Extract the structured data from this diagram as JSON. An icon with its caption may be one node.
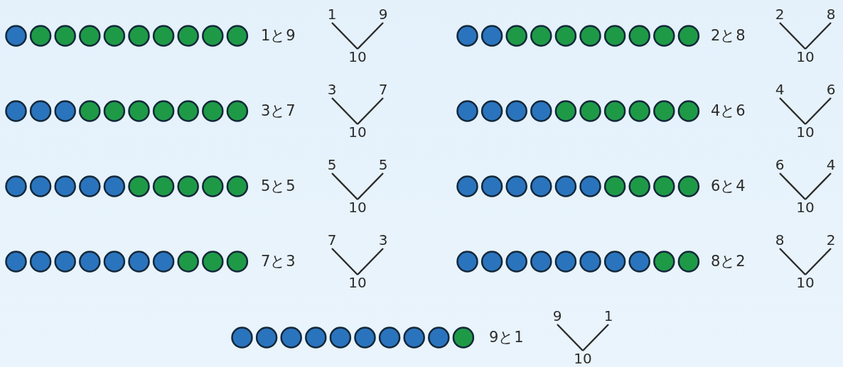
{
  "diagram": {
    "nodes": [
      {
        "text": [
          "1"
        ]
      },
      {
        "text": [
          "9"
        ]
      },
      {
        "text": [
          "10"
        ]
      },
      {
        "text": [
          "2"
        ]
      },
      {
        "text": [
          "8"
        ]
      },
      {
        "text": [
          "10"
        ]
      },
      {
        "text": [
          "3"
        ]
      },
      {
        "text": [
          "7"
        ]
      },
      {
        "text": [
          "10"
        ]
      },
      {
        "text": [
          "4"
        ]
      },
      {
        "text": [
          "6"
        ]
      },
      {
        "text": [
          "10"
        ]
      },
      {
        "text": [
          "5"
        ]
      },
      {
        "text": [
          "5"
        ]
      },
      {
        "text": [
          "10"
        ]
      },
      {
        "text": [
          "6"
        ]
      },
      {
        "text": [
          "4"
        ]
      },
      {
        "text": [
          "10"
        ]
      },
      {
        "text": [
          "7"
        ]
      },
      {
        "text": [
          "3"
        ]
      },
      {
        "text": [
          "10"
        ]
      },
      {
        "text": [
          "8"
        ]
      },
      {
        "text": [
          "2"
        ]
      },
      {
        "text": [
          "10"
        ]
      },
      {
        "text": [
          "9"
        ]
      },
      {
        "text": [
          "1"
        ]
      },
      {
        "text": [
          "10"
        ]
      }
    ],
    "edges": [
      {
        "from": 0,
        "to": 2,
        "arrow": "none"
      },
      {
        "from": 1,
        "to": 2,
        "arrow": "none"
      },
      {
        "from": 3,
        "to": 5,
        "arrow": "none"
      },
      {
        "from": 4,
        "to": 5,
        "arrow": "none"
      },
      {
        "from": 6,
        "to": 8,
        "arrow": "none"
      },
      {
        "from": 7,
        "to": 8,
        "arrow": "none"
      },
      {
        "from": 9,
        "to": 11,
        "arrow": "none"
      },
      {
        "from": 10,
        "to": 11,
        "arrow": "none"
      },
      {
        "from": 12,
        "to": 14,
        "arrow": "none"
      },
      {
        "from": 13,
        "to": 14,
        "arrow": "none"
      },
      {
        "from": 15,
        "to": 17,
        "arrow": "none"
      },
      {
        "from": 16,
        "to": 17,
        "arrow": "none"
      },
      {
        "from": 18,
        "to": 20,
        "arrow": "none"
      },
      {
        "from": 19,
        "to": 20,
        "arrow": "none"
      },
      {
        "from": 21,
        "to": 23,
        "arrow": "none"
      },
      {
        "from": 22,
        "to": 23,
        "arrow": "none"
      },
      {
        "from": 24,
        "to": 26,
        "arrow": "none"
      },
      {
        "from": 25,
        "to": 26,
        "arrow": "none"
      }
    ],
    "labels": [
      "1と9",
      "2と8",
      "3と7",
      "4と6",
      "5と5",
      "6と4",
      "7と3",
      "8と2",
      "9と1"
    ]
  }
}
